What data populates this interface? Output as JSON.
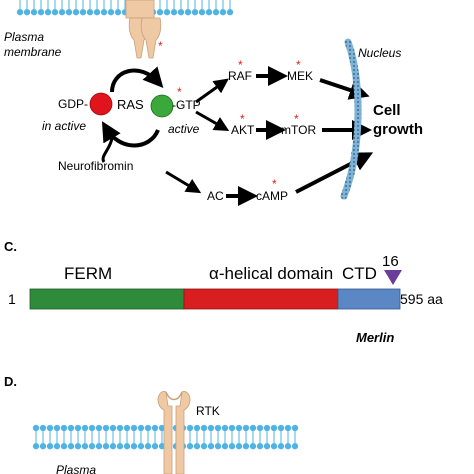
{
  "panel_b": {
    "membrane_label_line1": "Plasma",
    "membrane_label_line2": "membrane",
    "nucleus_label": "Nucleus",
    "gdp_label": "GDP-",
    "ras_label": "RAS",
    "gtp_label": "-GTP",
    "inactive_label": "in active",
    "active_label": "active",
    "neurofibromin_label": "Neurofibromin",
    "raf_label": "RAF",
    "mek_label": "MEK",
    "akt_label": "AKT",
    "mtor_label": "mTOR",
    "ac_label": "AC",
    "camp_label": "cAMP",
    "cell_growth_line1": "Cell",
    "cell_growth_line2": "growth",
    "asterisk": "*"
  },
  "panel_c": {
    "panel_letter": "C.",
    "ferm_label": "FERM",
    "alpha_helical_label": "α-helical domain",
    "ctd_label": "CTD",
    "site_number": "16",
    "start_position": "1",
    "end_position": "595 aa",
    "protein_name": "Merlin"
  },
  "panel_d": {
    "panel_letter": "D.",
    "rtk_label": "RTK",
    "membrane_label_partial": "Plasma"
  },
  "colors": {
    "ferm_green": "#2e8b3a",
    "helical_red": "#d81e1e",
    "ctd_blue": "#5b87c5",
    "marker_purple": "#6a3d9a",
    "membrane_blue": "#4fb3e3",
    "receptor_tan": "#efc9a3",
    "ras_red": "#e0141c",
    "ras_green": "#3aa83a",
    "asterisk_red": "#e02020"
  }
}
